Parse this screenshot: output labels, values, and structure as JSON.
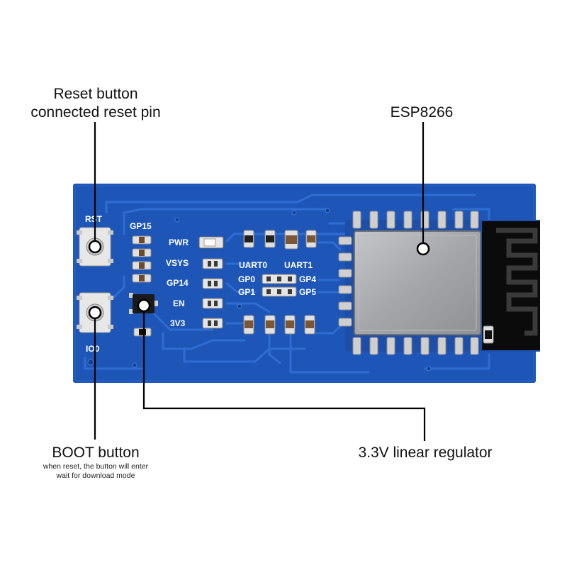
{
  "callouts": {
    "reset": {
      "title_line1": "Reset button",
      "title_line2": "connected reset pin"
    },
    "esp": {
      "title": "ESP8266"
    },
    "boot": {
      "title": "BOOT button",
      "sub_line1": "when reset, the button will enter",
      "sub_line2": "wait for download mode"
    },
    "regulator": {
      "title": "3.3V linear regulator"
    }
  },
  "board": {
    "silkscreen": {
      "rst": "RST",
      "io0": "IO0",
      "gp15": "GP15",
      "pwr": "PWR",
      "vsys": "VSYS",
      "gp14": "GP14",
      "en": "EN",
      "v3v3": "3V3",
      "uart0": "UART0",
      "uart1": "UART1",
      "gp0": "GP0",
      "gp4": "GP4",
      "gp1": "GP1",
      "gp5": "GP5"
    }
  },
  "colors": {
    "pcb": "#1e56b8",
    "trace": "#2f6dd2",
    "shield": "#a9abae",
    "pad": "#c9c9c9",
    "antenna": "#0b0b0b"
  }
}
